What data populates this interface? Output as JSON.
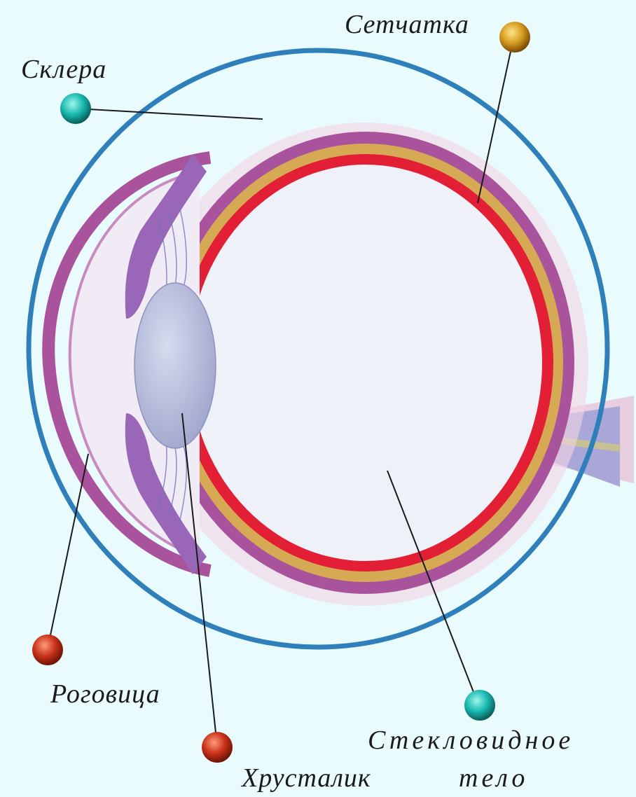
{
  "diagram": {
    "labels": {
      "sclera": "Склера",
      "retina": "Сетчатка",
      "cornea": "Роговица",
      "lens": "Хрусталик",
      "vitreous_line1": "Стекловидное",
      "vitreous_line2": "тело"
    }
  }
}
